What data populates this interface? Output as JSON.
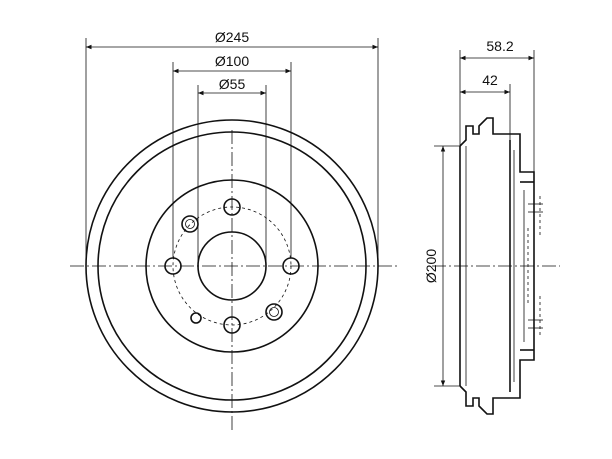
{
  "dimensions": {
    "outer_diameter": "Ø245",
    "pcd_diameter": "Ø100",
    "center_bore_diameter": "Ø55",
    "overall_width": "58.2",
    "drum_depth": "42",
    "braking_diameter": "Ø200"
  },
  "colors": {
    "line": "#111111",
    "background": "#ffffff"
  }
}
